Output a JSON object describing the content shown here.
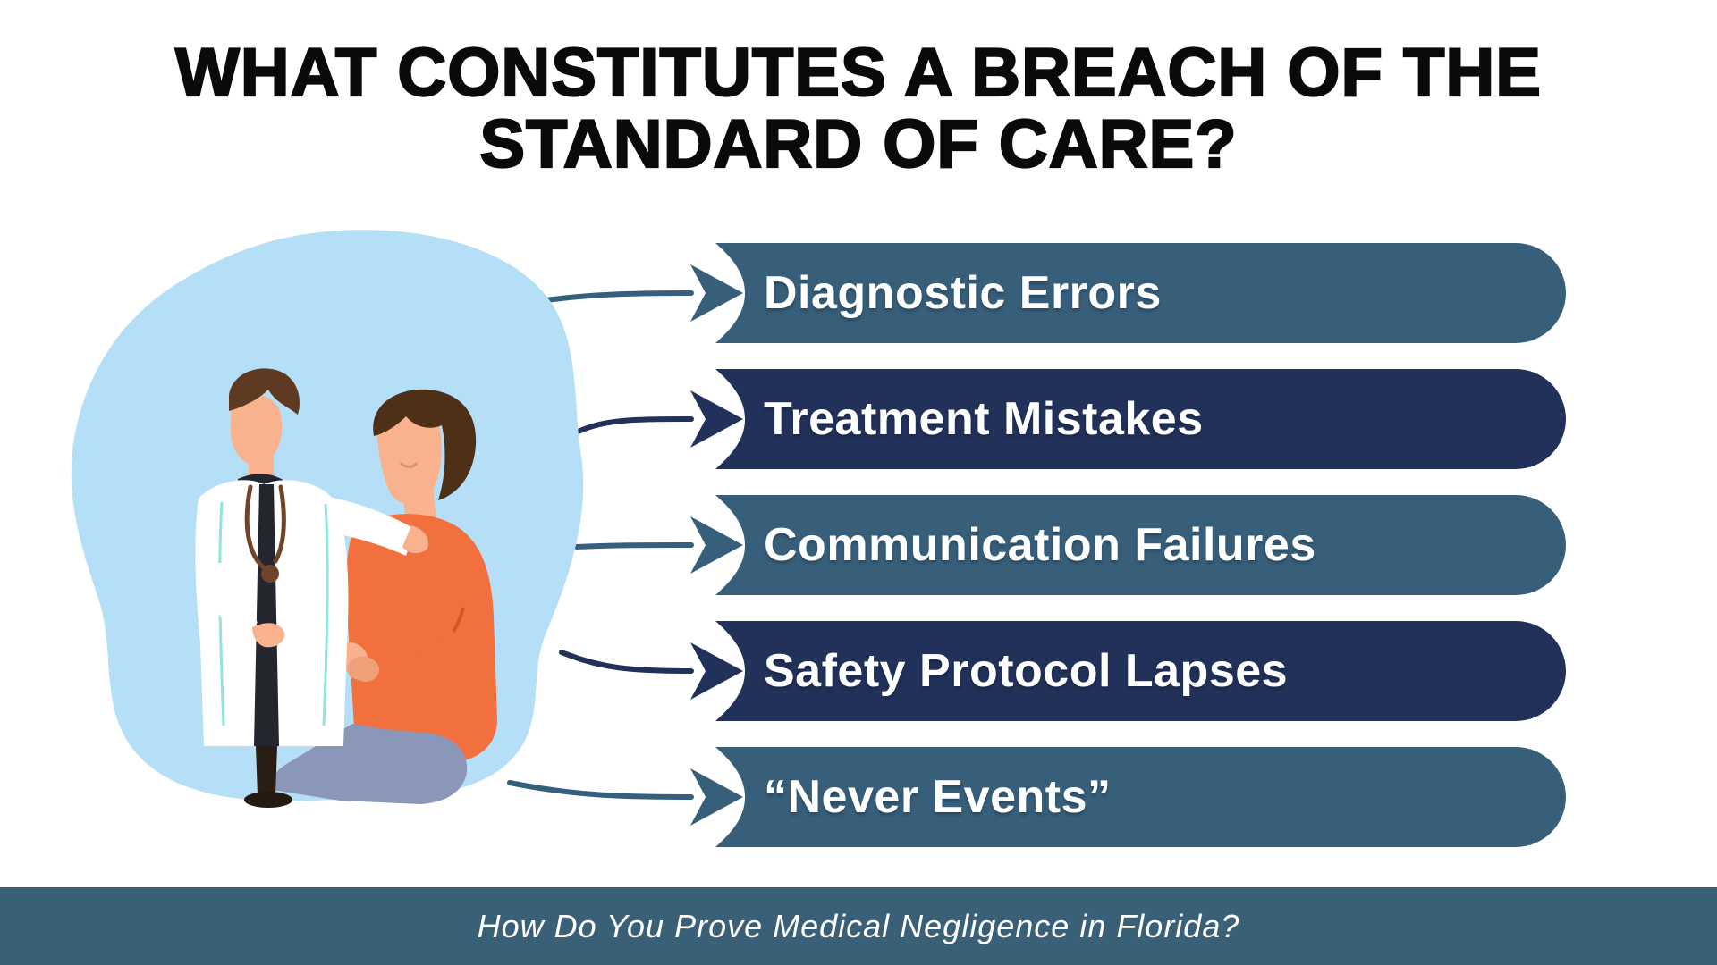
{
  "title": {
    "line1": "WHAT CONSTITUTES A BREACH OF THE",
    "line2": "STANDARD OF CARE?"
  },
  "items": [
    {
      "label": "Diagnostic Errors",
      "variant": "slate"
    },
    {
      "label": "Treatment Mistakes",
      "variant": "navy"
    },
    {
      "label": "Communication Failures",
      "variant": "slate"
    },
    {
      "label": "Safety Protocol Lapses",
      "variant": "navy"
    },
    {
      "label": "“Never Events”",
      "variant": "slate"
    }
  ],
  "footer": {
    "text": "How Do You Prove Medical Negligence in Florida?"
  },
  "illustration": {
    "description": "doctor-comforting-seated-patient"
  },
  "colors": {
    "slate_bar": "#375F7A",
    "navy_bar": "#213159",
    "footer_bar": "#3A6078",
    "blob_blue": "#B5DFF6",
    "title_text": "#0A0A0A",
    "bar_text": "#FFFFFF",
    "skin": "#F8B28E",
    "sweater_orange": "#F2703E",
    "pants_blue_gray": "#8B97B8",
    "hair_brown": "#5E3A22"
  }
}
